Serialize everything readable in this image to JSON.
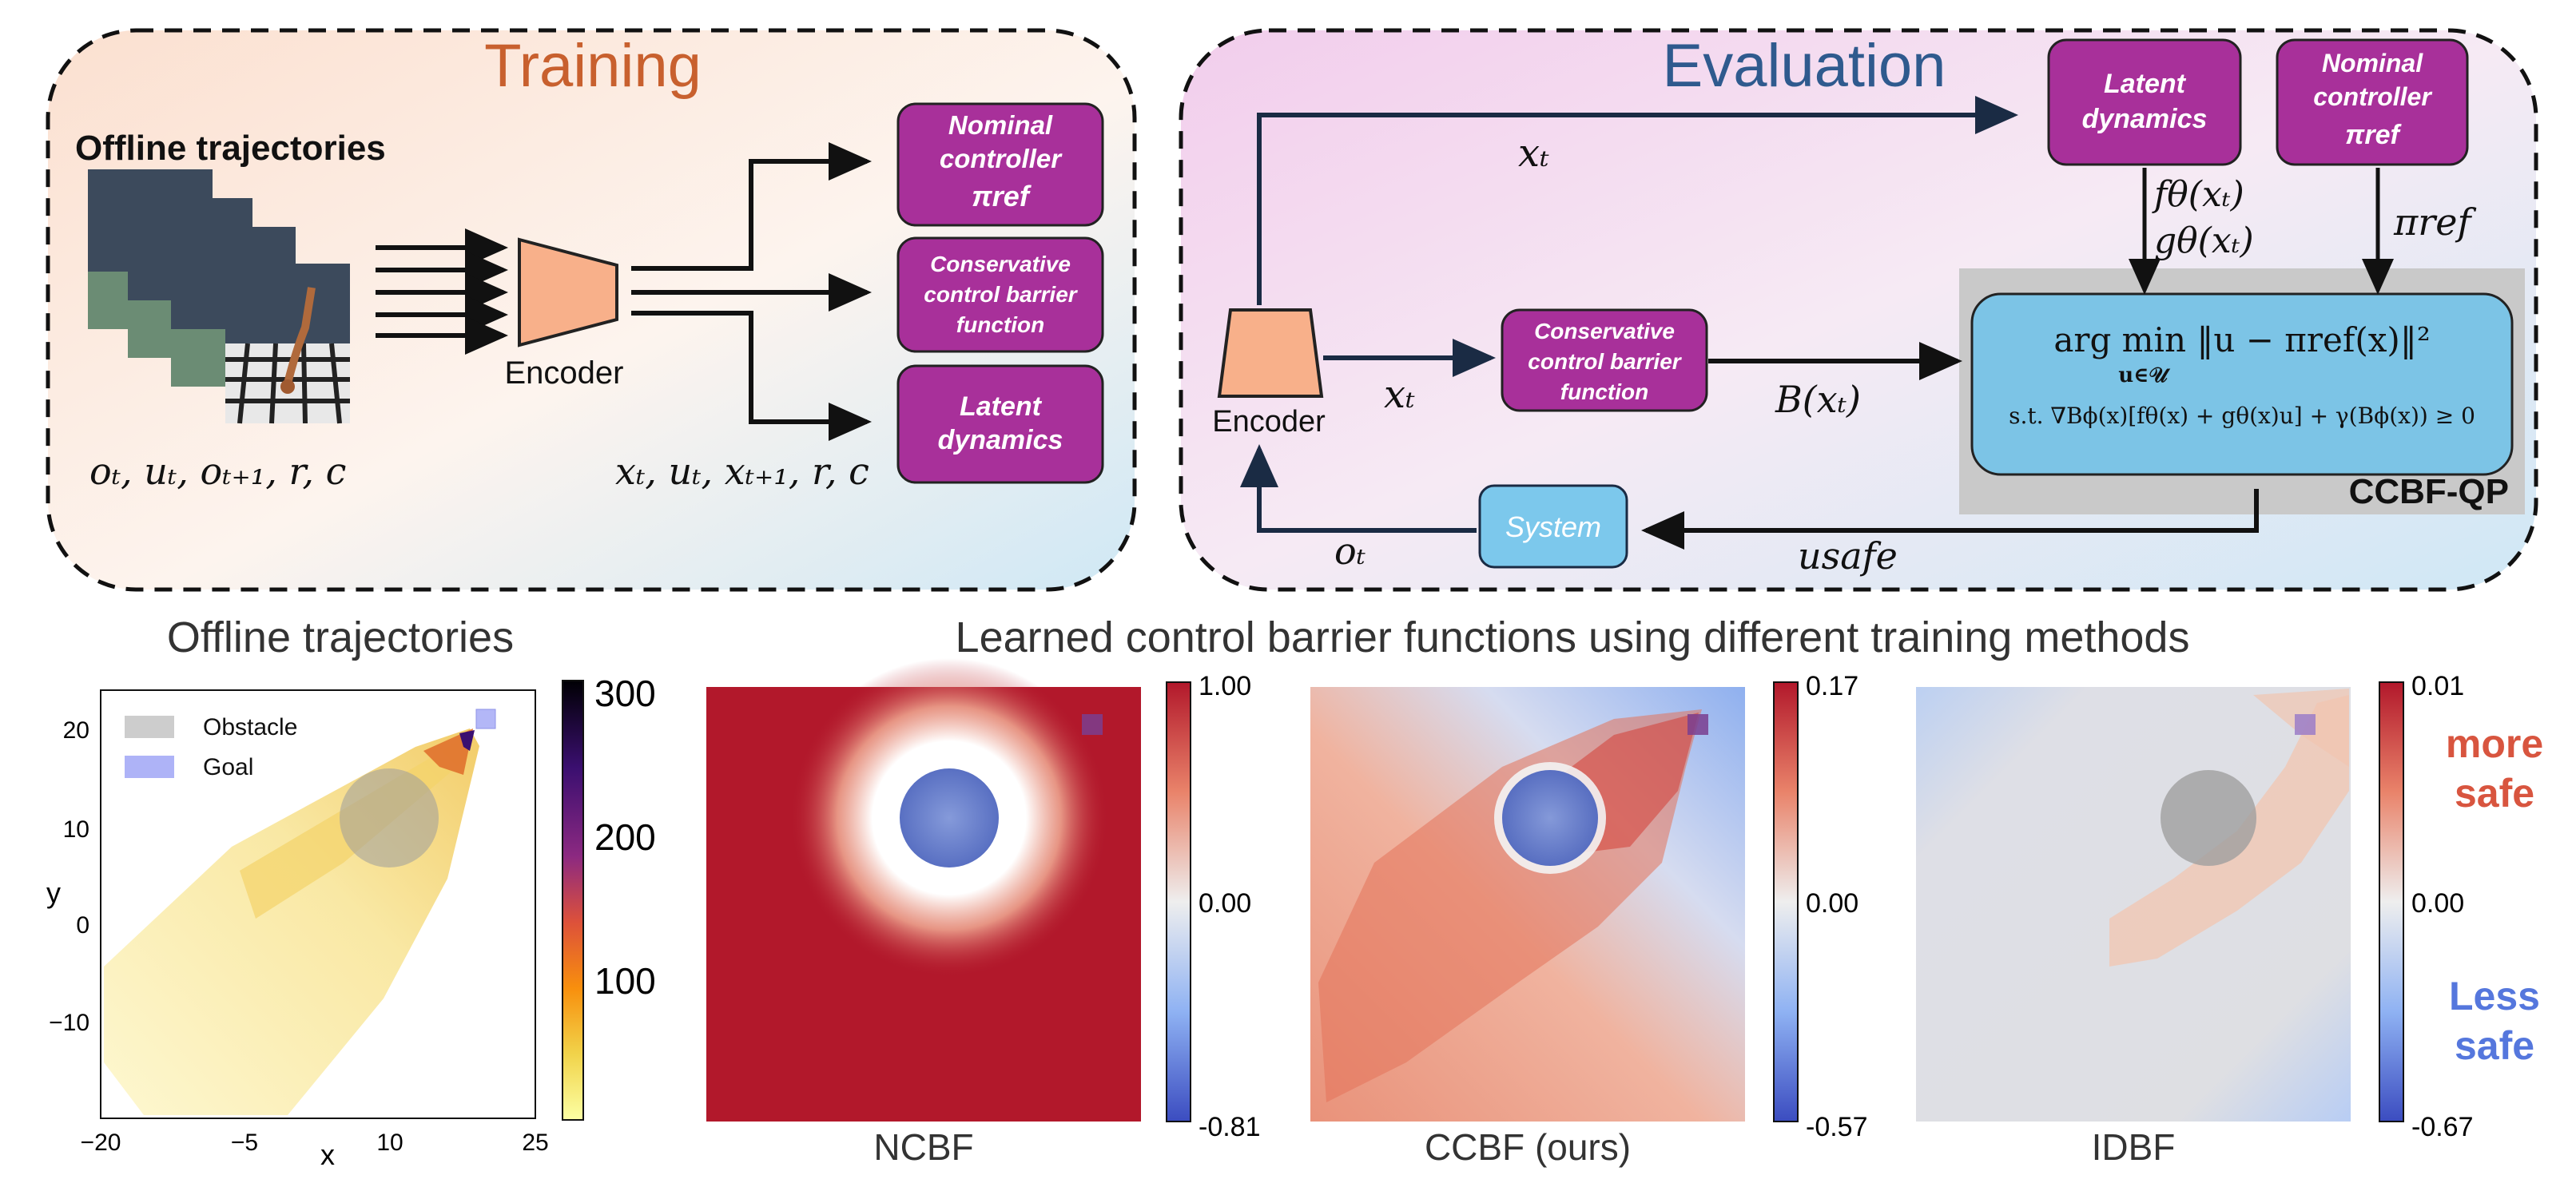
{
  "training": {
    "title": "Training",
    "offline_label": "Offline trajectories",
    "encoder_label": "Encoder",
    "input_tuple": "oₜ, uₜ, oₜ₊₁, r, c",
    "latent_tuple": "xₜ, uₜ, xₜ₊₁, r, c",
    "box_nominal": [
      "Nominal",
      "controller",
      "πref"
    ],
    "box_ccbf": [
      "Conservative",
      "control barrier",
      "function"
    ],
    "box_latent": [
      "Latent",
      "dynamics"
    ]
  },
  "evaluation": {
    "title": "Evaluation",
    "encoder_label": "Encoder",
    "box_latent": [
      "Latent",
      "dynamics"
    ],
    "box_nominal": [
      "Nominal",
      "controller",
      "πref"
    ],
    "box_ccbf": [
      "Conservative",
      "control barrier",
      "function"
    ],
    "system_label": "System",
    "qp_label": "CCBF-QP",
    "label_xt_top": "xₜ",
    "label_xt_mid": "xₜ",
    "label_f": "fθ(xₜ)",
    "label_g": "gθ(xₜ)",
    "label_pi": "πref",
    "label_B": "B(xₜ)",
    "label_usafe": "usafe",
    "label_ot": "oₜ",
    "qp_line1": "arg min ‖u − πref(x)‖²",
    "qp_sub": "u∈𝒰",
    "qp_line2": "s.t.  ∇Bϕ(x)[fθ(x) + gθ(x)u] + γ(Bϕ(x)) ≥ 0"
  },
  "bottom": {
    "offline_title": "Offline trajectories",
    "learned_title": "Learned control barrier functions using different training methods",
    "scatter": {
      "xlabel": "x",
      "ylabel": "y",
      "xticks": [
        "−20",
        "−5",
        "10",
        "25"
      ],
      "yticks": [
        "20",
        "10",
        "0",
        "−10"
      ],
      "legend_obstacle": "Obstacle",
      "legend_goal": "Goal",
      "cbar_ticks": [
        "300",
        "200",
        "100"
      ]
    },
    "panels": [
      {
        "name": "NCBF",
        "cbar_top": "1.00",
        "cbar_mid": "0.00",
        "cbar_bottom": "-0.81"
      },
      {
        "name": "CCBF (ours)",
        "cbar_top": "0.17",
        "cbar_mid": "0.00",
        "cbar_bottom": "-0.57"
      },
      {
        "name": "IDBF",
        "cbar_top": "0.01",
        "cbar_mid": "0.00",
        "cbar_bottom": "-0.67"
      }
    ],
    "more_safe": [
      "more",
      "safe"
    ],
    "less_safe": [
      "Less",
      "safe"
    ]
  },
  "colors": {
    "box_purple": "#a8309a",
    "training_title": "#c8602e",
    "evaluation_title": "#2f5a8e",
    "qp_fill": "#7cc4e6",
    "system_fill": "#7cc8ec",
    "more_safe": "#d8553f",
    "less_safe": "#5577dd",
    "ncbf_red": "#b2182b"
  }
}
